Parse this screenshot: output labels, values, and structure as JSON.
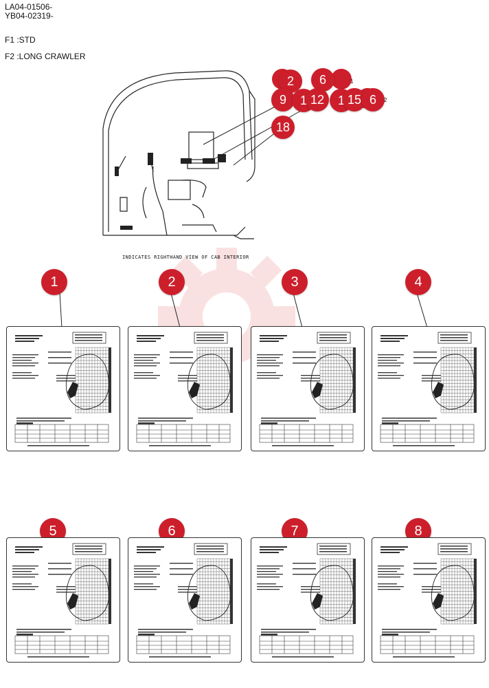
{
  "header": {
    "codes": [
      "LA04-01506-",
      "YB04-02319-"
    ],
    "variants": [
      "F1 :STD",
      "F2 :LONG CRAWLER"
    ]
  },
  "cab": {
    "caption": "INDICATES RIGHTHAND VIEW OF CAB INTERIOR",
    "callouts": [
      "2",
      "6",
      "9",
      "1",
      "12",
      "1",
      "15",
      "6",
      "18"
    ],
    "side_notes": [
      "1",
      "2"
    ]
  },
  "cards": [
    {
      "number": "1"
    },
    {
      "number": "2"
    },
    {
      "number": "3"
    },
    {
      "number": "4"
    },
    {
      "number": "5"
    },
    {
      "number": "6"
    },
    {
      "number": "7"
    },
    {
      "number": "8"
    }
  ],
  "colors": {
    "badge": "#cc1f2b",
    "line": "#222222"
  }
}
